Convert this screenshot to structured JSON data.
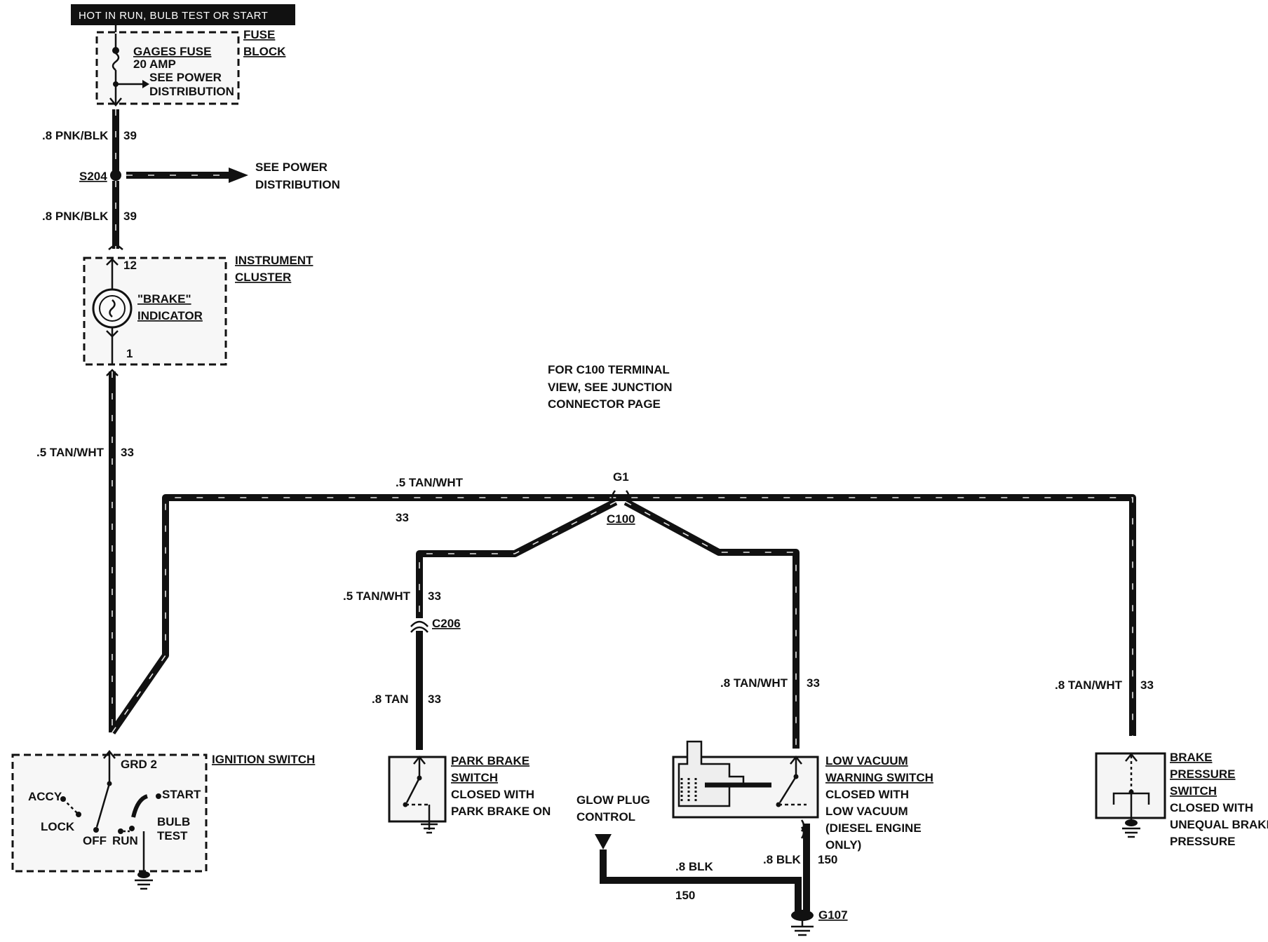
{
  "header": {
    "text": "HOT IN RUN, BULB TEST OR START"
  },
  "fuse_block": {
    "title_line1": "FUSE",
    "title_line2": "BLOCK",
    "fuse_name": "GAGES FUSE",
    "fuse_rating": "20 AMP",
    "see_line1": "SEE POWER",
    "see_line2": "DISTRIBUTION"
  },
  "wires": {
    "w1_gauge": ".8 PNK/BLK",
    "w1_circuit": "39",
    "w2_gauge": ".8 PNK/BLK",
    "w2_circuit": "39",
    "w3_gauge": ".5 TAN/WHT",
    "w3_circuit": "33",
    "top_gauge": ".5 TAN/WHT",
    "top_circuit": "33",
    "park_upper_gauge": ".5 TAN/WHT",
    "park_upper_circuit": "33",
    "park_lower_gauge": ".8 TAN",
    "park_lower_circuit": "33",
    "vac_gauge": ".8 TAN/WHT",
    "vac_circuit": "33",
    "press_gauge": ".8 TAN/WHT",
    "press_circuit": "33",
    "glow_gauge": ".8 BLK",
    "glow_circuit": "150",
    "vac_gnd_gauge": ".8 BLK",
    "vac_gnd_circuit": "150"
  },
  "splice": {
    "name": "S204",
    "see_line1": "SEE POWER",
    "see_line2": "DISTRIBUTION"
  },
  "cluster": {
    "title_line1": "INSTRUMENT",
    "title_line2": "CLUSTER",
    "pin_top": "12",
    "pin_bottom": "1",
    "indicator_line1": "\"BRAKE\"",
    "indicator_line2": "INDICATOR"
  },
  "note": {
    "line1": "FOR C100 TERMINAL",
    "line2": "VIEW, SEE JUNCTION",
    "line3": "CONNECTOR PAGE"
  },
  "junction": {
    "g1": "G1",
    "c100": "C100"
  },
  "connectors": {
    "c206": "C206",
    "g107": "G107"
  },
  "ignition": {
    "title": "IGNITION SWITCH",
    "grd": "GRD 2",
    "accy": "ACCY",
    "lock": "LOCK",
    "off": "OFF",
    "run": "RUN",
    "start": "START",
    "bulb": "BULB",
    "test": "TEST"
  },
  "park_brake": {
    "line1": "PARK BRAKE",
    "line2": "SWITCH",
    "line3": "CLOSED WITH",
    "line4": "PARK BRAKE ON"
  },
  "low_vacuum": {
    "line1": "LOW VACUUM",
    "line2": "WARNING SWITCH",
    "line3": "CLOSED WITH",
    "line4": "LOW VACUUM",
    "line5": "(DIESEL ENGINE",
    "line6": "ONLY)"
  },
  "glow_plug": {
    "line1": "GLOW PLUG",
    "line2": "CONTROL"
  },
  "brake_pressure": {
    "line1": "BRAKE",
    "line2": "PRESSURE",
    "line3": "SWITCH",
    "line4": "CLOSED WITH",
    "line5": "UNEQUAL BRAKE",
    "line6": "PRESSURE"
  }
}
